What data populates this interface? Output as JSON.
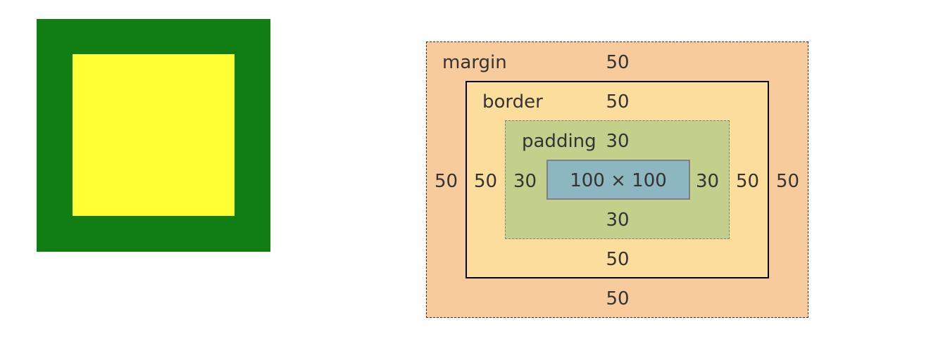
{
  "preview": {
    "outer_color": "#117e14",
    "inner_color": "#ffff33"
  },
  "box_model": {
    "margin": {
      "label": "margin",
      "top": "50",
      "right": "50",
      "bottom": "50",
      "left": "50",
      "color": "#f8cb9c"
    },
    "border": {
      "label": "border",
      "top": "50",
      "right": "50",
      "bottom": "50",
      "left": "50",
      "color": "#fddd9b"
    },
    "padding": {
      "label": "padding",
      "top": "30",
      "right": "30",
      "bottom": "30",
      "left": "30",
      "color": "#c3d08b"
    },
    "content": {
      "size": "100 × 100",
      "color": "#8cb6c0"
    }
  }
}
